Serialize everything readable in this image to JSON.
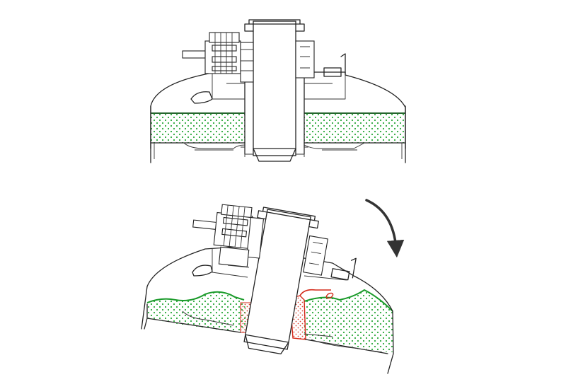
{
  "figure": {
    "views": [
      {
        "id": "upright",
        "state": "level",
        "fluid": "oil-level"
      },
      {
        "id": "tilted",
        "state": "tilted",
        "fluid": "oil-level-wavy"
      }
    ],
    "colors": {
      "line": "#222222",
      "fluid_line": "#1a9a2a",
      "fluid_dots": "#2aa83a",
      "leak_line": "#d42a1a",
      "leak_dots": "#d84030",
      "arrow": "#333333",
      "background": "#ffffff"
    },
    "icons": {
      "rotation_arrow": "curved-arrow-clockwise-icon"
    }
  }
}
